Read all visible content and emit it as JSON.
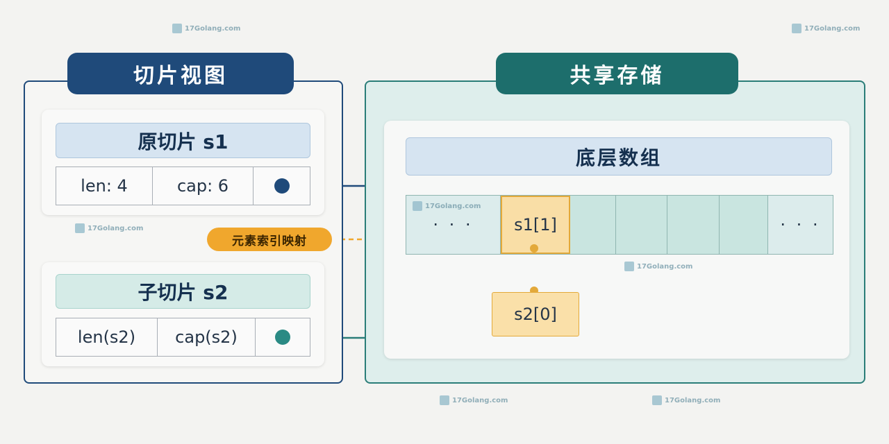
{
  "left_panel": {
    "title": "切片视图"
  },
  "right_panel": {
    "title": "共享存储"
  },
  "slice_s1": {
    "title": "原切片 s1",
    "fields": [
      "len: 4",
      "cap: 6"
    ]
  },
  "slice_s2": {
    "title": "子切片 s2",
    "fields": [
      "len(s2)",
      "cap(s2)"
    ]
  },
  "array": {
    "title": "底层数组",
    "cells": [
      "· · ·",
      "s1[1]",
      "",
      "",
      "",
      "",
      "· · ·"
    ]
  },
  "s2_element": {
    "label": "s2[0]"
  },
  "mapping_label": "元素索引映射",
  "watermark": "17Golang.com",
  "colors": {
    "navy": "#1f4a7a",
    "teal": "#1d6e6c",
    "orange": "#f0a72d",
    "highlight": "#f9dea6"
  }
}
